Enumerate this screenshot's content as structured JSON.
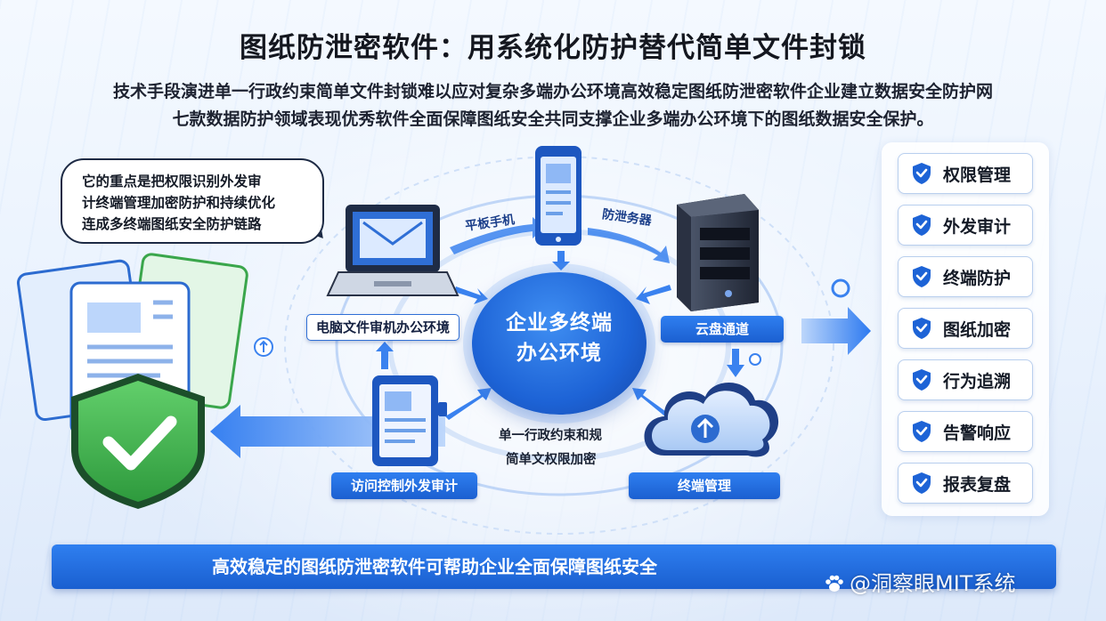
{
  "title": "图纸防泄密软件：用系统化防护替代简单文件封锁",
  "subtitle": {
    "line1": "技术手段演进单一行政约束简单文件封锁难以应对复杂多端办公环境高效稳定图纸防泄密软件企业建立数据安全防护网",
    "line2": "七款数据防护领域表现优秀软件全面保障图纸安全共同支撑企业多端办公环境下的图纸数据安全保护。"
  },
  "bubble": {
    "lines": [
      "它的重点是把权限识别外发审",
      "计终端管理加密防护和持续优化",
      "连成多终端图纸安全防护链路"
    ]
  },
  "diagram": {
    "hub": {
      "line1": "企业多终端",
      "line2": "办公环境"
    },
    "nodes": {
      "pc": "电脑文件审机办公环境",
      "cloud": "云盘通道",
      "access": "访问控制外发审计",
      "terminal": "终端管理"
    },
    "arrow_labels": {
      "tablet": "平板手机",
      "server": "防泄务器"
    },
    "center_note": {
      "line1": "单一行政约束和规",
      "line2": "简单文权限加密"
    }
  },
  "features": [
    "权限管理",
    "外发审计",
    "终端防护",
    "图纸加密",
    "行为追溯",
    "告警响应",
    "报表复盘"
  ],
  "footer": {
    "text": "高效稳定的图纸防泄密软件可帮助企业全面保障图纸安全"
  },
  "watermark": {
    "text": "@洞察眼MIT系统"
  },
  "colors": {
    "accent": "#1d63d6",
    "accent_light": "#3f8ef2",
    "shield_green": "#3fb34f",
    "panel_border": "#b9cfee",
    "text_dark": "#141a26"
  },
  "icons": {
    "documents": "document-stack-icon",
    "shield": "shield-check-icon",
    "laptop": "laptop-icon",
    "phone": "smartphone-icon",
    "server": "server-tower-icon",
    "tablet": "tablet-icon",
    "cloud": "cloud-upload-icon",
    "feature": "shield-badge-icon"
  }
}
